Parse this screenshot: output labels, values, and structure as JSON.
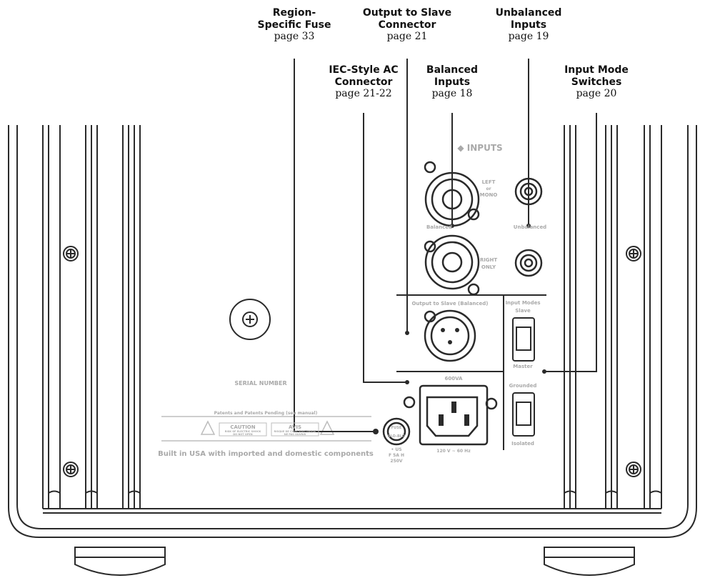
{
  "callouts": [
    {
      "id": "fuse",
      "title_lines": [
        "Region-",
        "Specific Fuse"
      ],
      "page": "page 33"
    },
    {
      "id": "slave",
      "title_lines": [
        "Output to Slave",
        "Connector"
      ],
      "page": "page 21"
    },
    {
      "id": "unbalanced",
      "title_lines": [
        "Unbalanced",
        "Inputs"
      ],
      "page": "page 19"
    },
    {
      "id": "iec",
      "title_lines": [
        "IEC-Style AC",
        "Connector"
      ],
      "page": "page 21-22"
    },
    {
      "id": "balanced",
      "title_lines": [
        "Balanced",
        "Inputs"
      ],
      "page": "page 18"
    },
    {
      "id": "mode",
      "title_lines": [
        "Input Mode",
        "Switches"
      ],
      "page": "page 20"
    }
  ],
  "panel_labels": {
    "inputs_header": "◆ INPUTS",
    "left_or_mono": [
      "LEFT",
      "or",
      "MONO"
    ],
    "right_only": [
      "RIGHT",
      "ONLY"
    ],
    "balanced": "Balanced",
    "unbalanced": "Unbalanced",
    "output_to_slave": "Output to Slave (Balanced)",
    "input_modes": [
      "Input Modes"
    ],
    "slave": "Slave",
    "master": "Master",
    "grounded": "Grounded",
    "isolated": "Isolated",
    "serial_number": "SERIAL NUMBER",
    "power_rating": "600VA",
    "voltage": "120 V ~ 60 Hz",
    "fuse_text": [
      "FUSE",
      "SLO-BLO"
    ],
    "fuse_rating": [
      "• US",
      "F 5A H",
      "250V"
    ],
    "patents_line": "Patents and Patents Pending (see manual)",
    "caution_title": "CAUTION",
    "caution_text": [
      "RISK OF ELECTRIC SHOCK",
      "DO NOT OPEN"
    ],
    "avis_title": "AVIS",
    "avis_text": [
      "RISQUE DE CHOC ÉLECTRIQUE",
      "NE PAS OUVRIR"
    ],
    "built_in": "Built in USA with imported and domestic components"
  },
  "colors": {
    "line": "#2a2a2a",
    "panel_text": "#a9a9a9",
    "callout_text": "#111111"
  }
}
